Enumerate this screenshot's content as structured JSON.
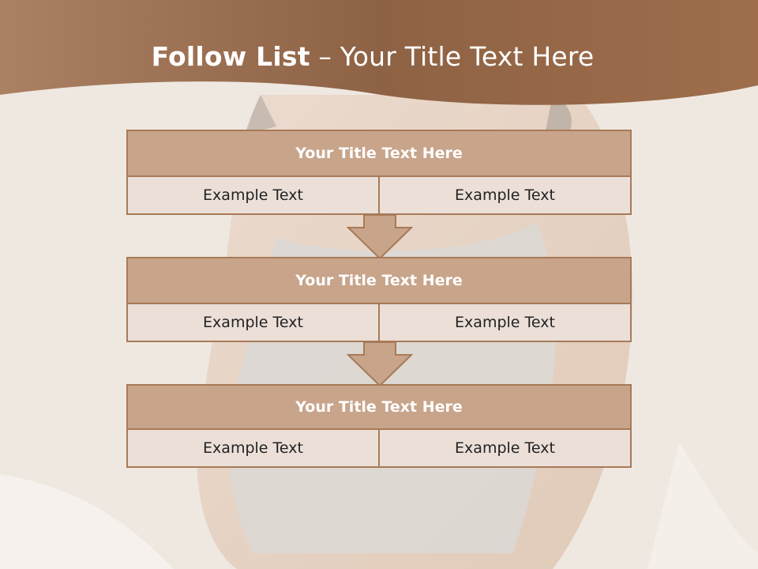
{
  "slide": {
    "title_bold": "Follow List",
    "title_rest": " – Your Title Text Here"
  },
  "steps": [
    {
      "heading": "Your Title Text Here",
      "left": "Example Text",
      "right": "Example Text"
    },
    {
      "heading": "Your Title Text Here",
      "left": "Example Text",
      "right": "Example Text"
    },
    {
      "heading": "Your Title Text Here",
      "left": "Example Text",
      "right": "Example Text"
    }
  ],
  "colors": {
    "header_band": "#9c6d4c",
    "box_border": "#a87a58",
    "box_heading_fill": "#c8a48a",
    "box_row_fill": "#ebdfd8",
    "background": "#efe7df"
  }
}
